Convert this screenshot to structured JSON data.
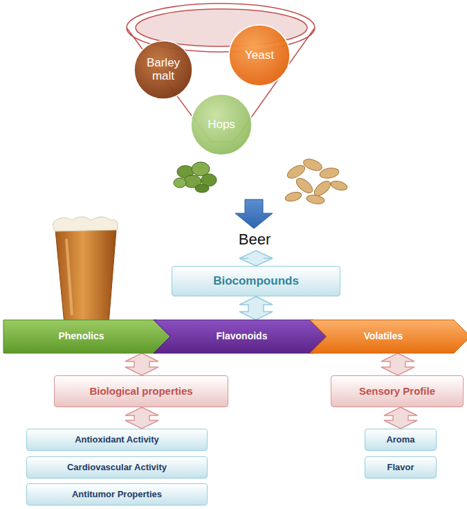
{
  "diagram": {
    "nodes": [
      {
        "text": [
          "Barley malt"
        ]
      },
      {
        "text": [
          "Yeast"
        ]
      },
      {
        "text": [
          "Hops"
        ]
      },
      {
        "text": [
          "Biocompounds"
        ]
      },
      {
        "text": [
          "Phenolics"
        ]
      },
      {
        "text": [
          "Flavonoids"
        ]
      },
      {
        "text": [
          "Volatiles"
        ]
      },
      {
        "text": [
          "Biological properties"
        ]
      },
      {
        "text": [
          "Sensory Profile"
        ]
      },
      {
        "text": [
          "Antioxidant Activity"
        ]
      },
      {
        "text": [
          "Cardiovascular Activity"
        ]
      },
      {
        "text": [
          "Antitumor Properties"
        ]
      },
      {
        "text": [
          "Aroma"
        ]
      },
      {
        "text": [
          "Flavor"
        ]
      }
    ],
    "edges": [
      {
        "from": 3,
        "to": 5,
        "arrow": "both"
      },
      {
        "from": 4,
        "to": 7,
        "arrow": "both"
      },
      {
        "from": 6,
        "to": 8,
        "arrow": "both"
      },
      {
        "from": 7,
        "to": 9,
        "arrow": "both"
      },
      {
        "from": 8,
        "to": 12,
        "arrow": "both"
      }
    ],
    "labels": [
      "Beer"
    ]
  }
}
